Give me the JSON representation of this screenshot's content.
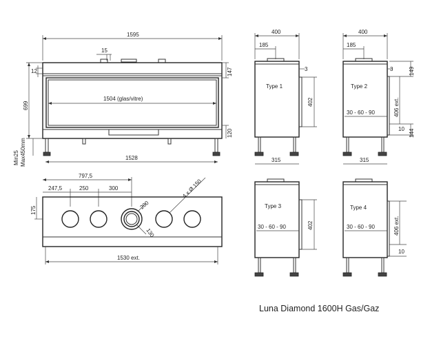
{
  "caption": "Luna Diamond 1600H Gas/Gaz",
  "front_view": {
    "width_label": "1595",
    "small_top_label": "15",
    "left_top_label": "12",
    "height_label": "699",
    "right_top_label": "147",
    "glass_label": "1504 (glas/vitre)",
    "right_bottom_label": "120",
    "legs_label_min": "Min25",
    "legs_label_max": "Max450mm",
    "base_width_label": "1528"
  },
  "top_view": {
    "dim_797": "797,5",
    "dim_2475": "247,5",
    "dim_250": "250",
    "dim_300": "300",
    "holes_label": "4 x Ø 150",
    "dim_175": "175",
    "dim_200": "200",
    "dim_130": "130",
    "bottom_width_label": "1530 ext."
  },
  "side_views": [
    {
      "id": "type1",
      "type_label": "Type 1",
      "width_top": "400",
      "width_sub": "185",
      "offset": "3",
      "height": "402",
      "depth": "315"
    },
    {
      "id": "type2",
      "type_label": "Type 2",
      "width_top": "400",
      "width_sub": "185",
      "offset": "3",
      "right_top": "149",
      "height": "406 ext.",
      "range": "30 - 60 - 90",
      "small": "10",
      "right_bottom": "144",
      "depth": "315"
    },
    {
      "id": "type3",
      "type_label": "Type 3",
      "range": "30 - 60 - 90",
      "height": "402"
    },
    {
      "id": "type4",
      "type_label": "Type 4",
      "range": "30 - 60 - 90",
      "height": "406 ext.",
      "small": "10"
    }
  ]
}
